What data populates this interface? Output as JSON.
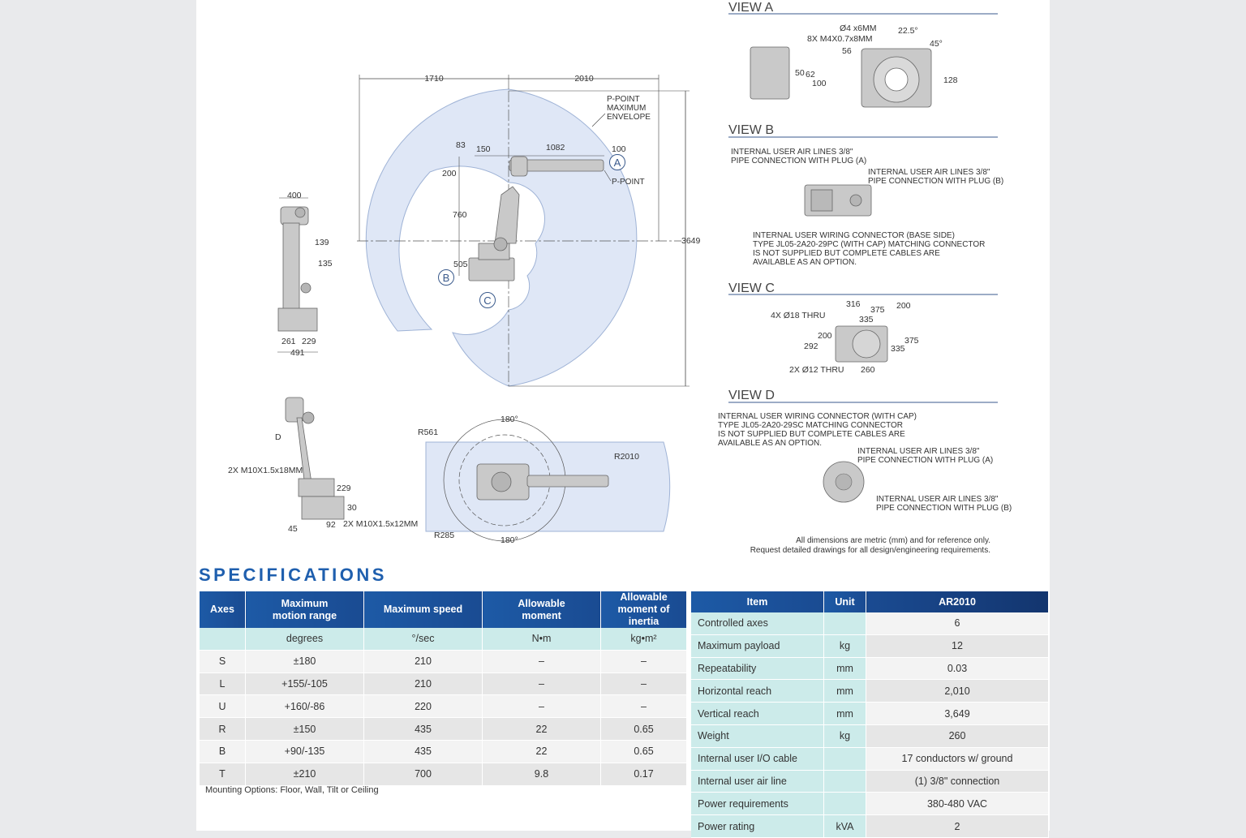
{
  "drawing": {
    "views": {
      "a": "VIEW A",
      "b": "VIEW B",
      "c": "VIEW C",
      "d": "VIEW D"
    },
    "main": {
      "dim_1710": "1710",
      "dim_2010": "2010",
      "dim_3649": "3649",
      "dim_83": "83",
      "dim_150": "150",
      "dim_1082": "1082",
      "dim_100": "100",
      "dim_200": "200",
      "dim_760": "760",
      "dim_505": "505",
      "envelope": [
        "P-POINT",
        "MAXIMUM",
        "ENVELOPE"
      ],
      "p_point": "P-POINT",
      "marker_a": "A",
      "marker_b": "B",
      "marker_c": "C"
    },
    "side": {
      "dim_400": "400",
      "dim_139": "139",
      "dim_135": "135",
      "dim_261": "261",
      "dim_229": "229",
      "dim_491": "491"
    },
    "lower": {
      "marker_d": "D",
      "bolt1": "2X M10X1.5x18MM",
      "dim_229": "229",
      "dim_30": "30",
      "dim_45": "45",
      "dim_92": "92",
      "bolt2": "2X M10X1.5x12MM"
    },
    "top": {
      "deg_top": "180°",
      "deg_bottom": "180°",
      "r561": "R561",
      "r2010": "R2010",
      "r285": "R285"
    },
    "view_a": {
      "hole": "Ø4 x6MM",
      "bolts": "8X M4X0.7x8MM",
      "angle1": "22.5°",
      "angle2": "45°",
      "d56": "56",
      "d50": "50",
      "d62": "62",
      "d100": "100",
      "d128": "128"
    },
    "view_b": {
      "plug_a": [
        "INTERNAL USER AIR LINES 3/8\"",
        "PIPE CONNECTION WITH PLUG (A)"
      ],
      "plug_b": [
        "INTERNAL USER AIR LINES 3/8\"",
        "PIPE CONNECTION WITH PLUG (B)"
      ],
      "connector": [
        "INTERNAL USER WIRING CONNECTOR (BASE SIDE)",
        "TYPE JL05-2A20-29PC (WITH CAP) MATCHING CONNECTOR",
        "IS NOT SUPPLIED BUT COMPLETE CABLES ARE",
        "AVAILABLE AS AN OPTION."
      ]
    },
    "view_c": {
      "thru18": "4X Ø18 THRU",
      "thru12": "2X Ø12 THRU",
      "d316": "316",
      "d375a": "375",
      "d200a": "200",
      "d335a": "335",
      "d200b": "200",
      "d292": "292",
      "d375b": "375",
      "d335b": "335",
      "d260": "260"
    },
    "view_d": {
      "connector": [
        "INTERNAL USER WIRING CONNECTOR  (WITH CAP)",
        "TYPE JL05-2A20-29SC MATCHING CONNECTOR",
        "IS NOT SUPPLIED BUT COMPLETE CABLES ARE",
        "AVAILABLE AS AN OPTION."
      ],
      "plug_a": [
        "INTERNAL USER AIR LINES 3/8\"",
        "PIPE CONNECTION WITH PLUG (A)"
      ],
      "plug_b": [
        "INTERNAL USER AIR LINES 3/8\"",
        "PIPE CONNECTION WITH PLUG (B)"
      ]
    },
    "footnote": [
      "All dimensions are metric (mm) and for reference only.",
      "Request detailed drawings for all design/engineering requirements."
    ]
  },
  "specs": {
    "title": "SPECIFICATIONS",
    "axes": {
      "headers": [
        "Axes",
        "Maximum\nmotion range",
        "Maximum speed",
        "Allowable\nmoment",
        "Allowable\nmoment of inertia"
      ],
      "units": [
        "",
        "degrees",
        "°/sec",
        "N•m",
        "kg•m²"
      ],
      "rows": [
        [
          "S",
          "±180",
          "210",
          "–",
          "–"
        ],
        [
          "L",
          "+155/-105",
          "210",
          "–",
          "–"
        ],
        [
          "U",
          "+160/-86",
          "220",
          "–",
          "–"
        ],
        [
          "R",
          "±150",
          "435",
          "22",
          "0.65"
        ],
        [
          "B",
          "+90/-135",
          "435",
          "22",
          "0.65"
        ],
        [
          "T",
          "±210",
          "700",
          "9.8",
          "0.17"
        ]
      ]
    },
    "mounting": "Mounting Options: Floor, Wall, Tilt or Ceiling",
    "items": {
      "headers": [
        "Item",
        "Unit",
        "AR2010"
      ],
      "rows": [
        [
          "Controlled axes",
          "",
          "6"
        ],
        [
          "Maximum payload",
          "kg",
          "12"
        ],
        [
          "Repeatability",
          "mm",
          "0.03"
        ],
        [
          "Horizontal reach",
          "mm",
          "2,010"
        ],
        [
          "Vertical reach",
          "mm",
          "3,649"
        ],
        [
          "Weight",
          "kg",
          "260"
        ],
        [
          "Internal user I/O cable",
          "",
          "17 conductors w/ ground"
        ],
        [
          "Internal user air line",
          "",
          "(1) 3/8\" connection"
        ],
        [
          "Power requirements",
          "",
          "380-480 VAC"
        ],
        [
          "Power rating",
          "kVA",
          "2"
        ]
      ]
    },
    "colors": {
      "header_blue": "#1d5aa6",
      "title_blue": "#1f5fae",
      "teal_cell": "#ccebea",
      "envelope_fill": "#dfe7f6"
    }
  }
}
